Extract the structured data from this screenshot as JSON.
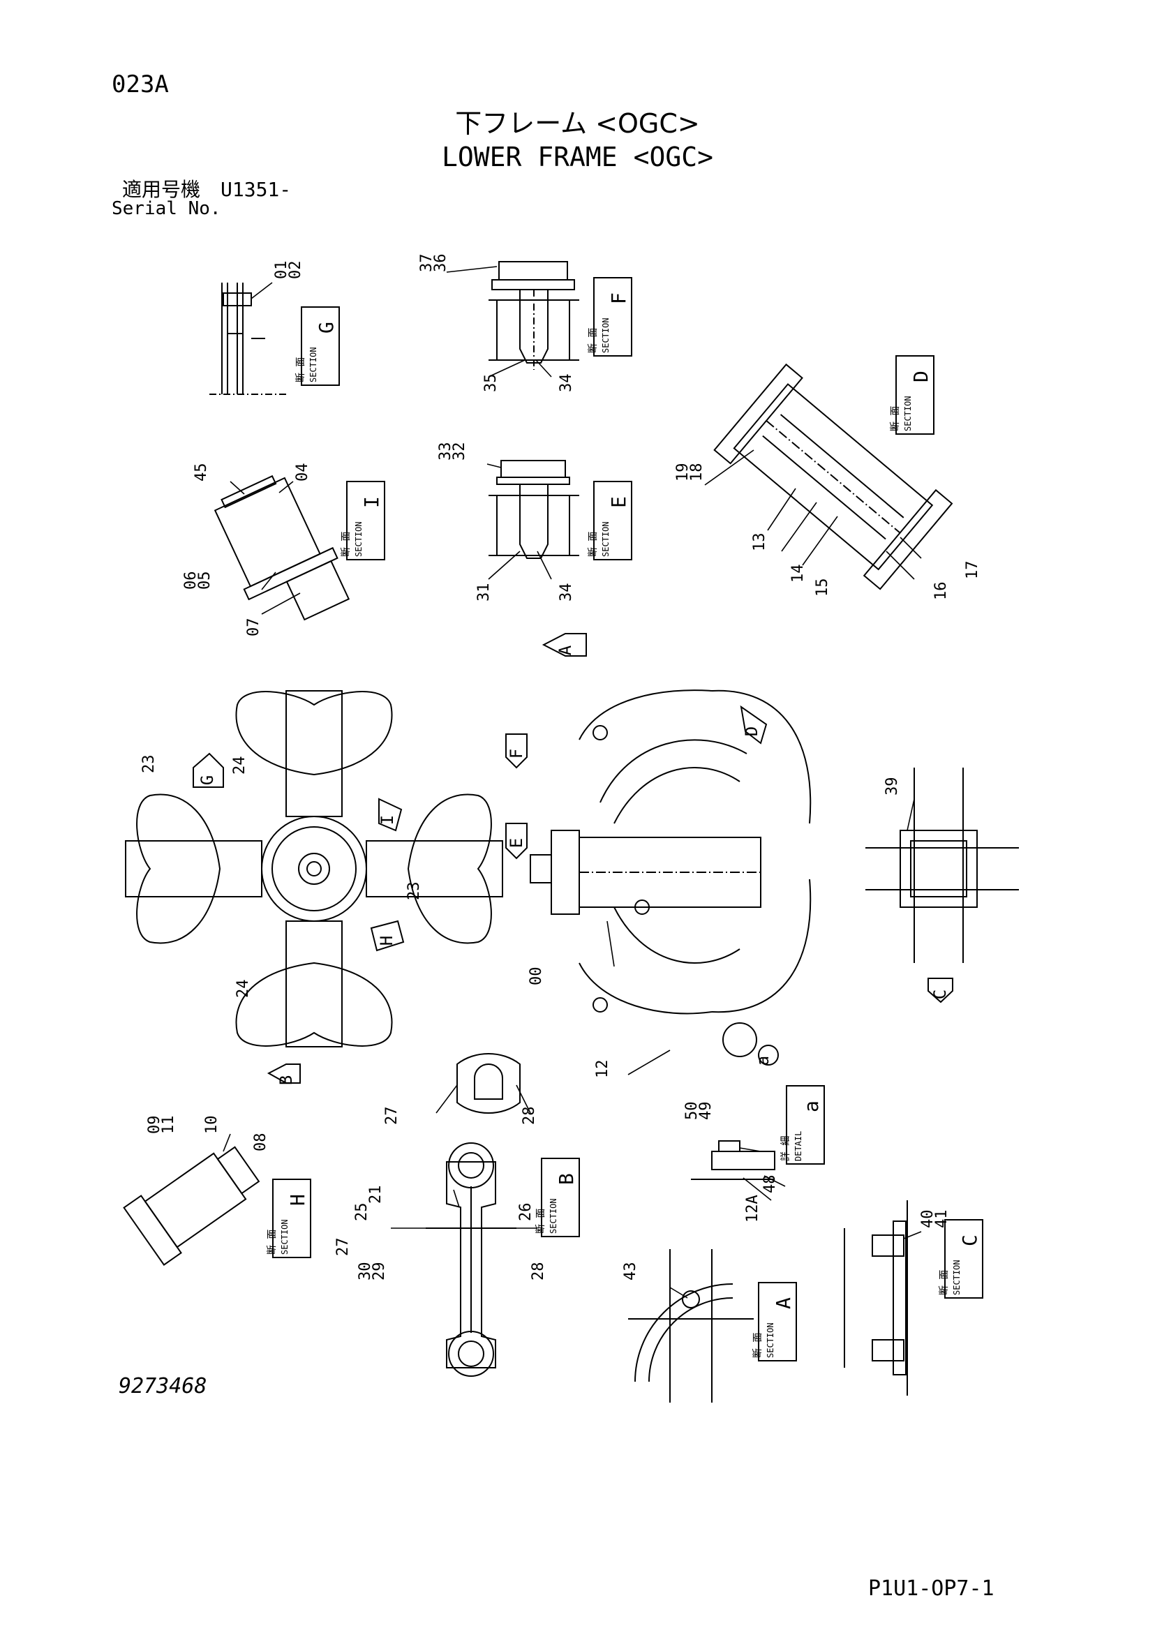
{
  "header": {
    "page_code": "023A",
    "title_jp": "下フレーム <OGC>",
    "title_en": "LOWER FRAME <OGC>",
    "serial_label_jp": "適用号機",
    "serial_value": "U1351-",
    "serial_label_en": "Serial No."
  },
  "footer": {
    "drawing_number": "9273468",
    "page_ref": "P1U1-OP7-1"
  },
  "section_tags": {
    "jp": "断 面",
    "en": "SECTION",
    "detail_jp": "詳 細",
    "detail_en": "DETAIL"
  },
  "sections": [
    "G",
    "F",
    "D",
    "I",
    "E",
    "H",
    "B",
    "a",
    "C",
    "A"
  ],
  "view_arrows": [
    "A",
    "D",
    "F",
    "G",
    "I",
    "E",
    "H",
    "B",
    "C",
    "a"
  ],
  "part_numbers": [
    "01",
    "02",
    "37",
    "36",
    "35",
    "34",
    "45",
    "04",
    "33",
    "32",
    "19",
    "18",
    "06",
    "05",
    "07",
    "31",
    "34",
    "13",
    "14",
    "15",
    "16",
    "17",
    "23",
    "24",
    "23",
    "24",
    "00",
    "39",
    "12",
    "27",
    "28",
    "50",
    "49",
    "09",
    "11",
    "10",
    "08",
    "25",
    "21",
    "26",
    "27",
    "30",
    "29",
    "28",
    "48",
    "12A",
    "40",
    "41",
    "43"
  ]
}
